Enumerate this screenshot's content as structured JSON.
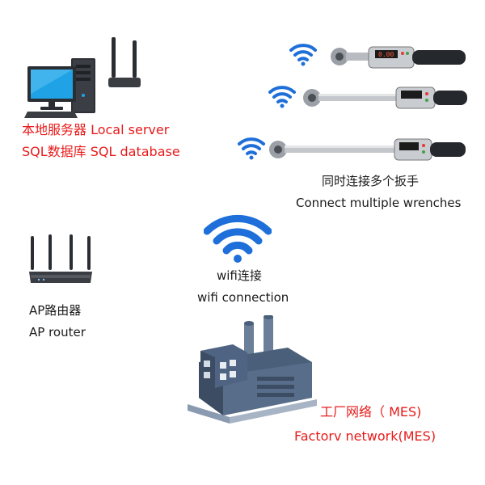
{
  "colors": {
    "label_red": "#e81b1b",
    "label_black": "#1a1a1a",
    "wifi_blue": "#1e6fd9",
    "device_gray": "#3a3d42",
    "monitor_blue": "#1fa3e6",
    "factory_slate": "#4a5f7a"
  },
  "server": {
    "line1": "本地服务器 Local server",
    "line2": "SQL数据库 SQL database",
    "icons": [
      "desktop-computer-icon",
      "wifi-antenna-icon"
    ]
  },
  "wrenches": {
    "line1": "同时连接多个扳手",
    "line2": "Connect multiple wrenches",
    "count": 3,
    "icons": [
      "wifi-signal-icon",
      "torque-wrench-icon"
    ]
  },
  "wifi": {
    "line1": "wifi连接",
    "line2": "wifi connection",
    "icon": "wifi-signal-icon"
  },
  "router": {
    "line1": "AP路由器",
    "line2": "AP router",
    "icon": "router-icon"
  },
  "factory": {
    "line1": "工厂网络（ MES)",
    "line2": "Factorv network(MES)",
    "icon": "factory-icon"
  }
}
